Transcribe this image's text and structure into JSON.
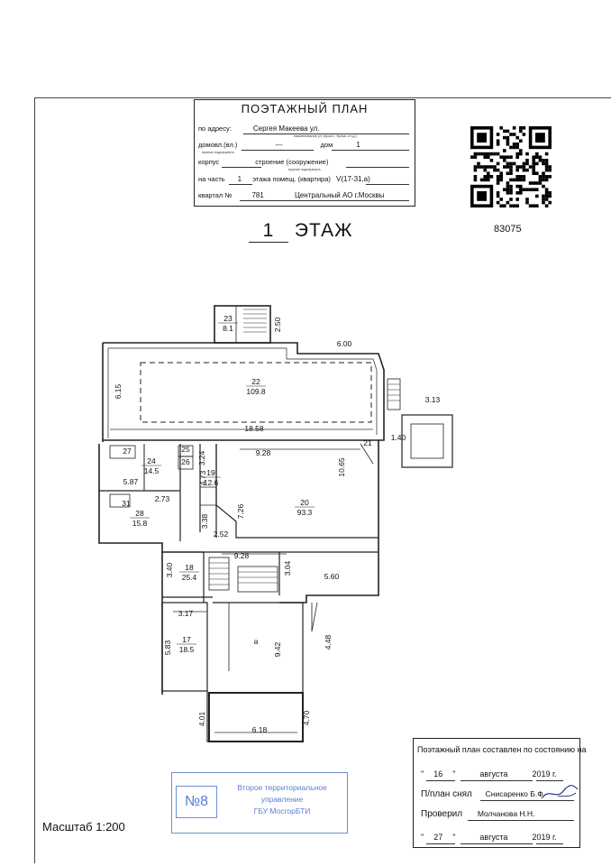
{
  "header": {
    "title": "ПОЭТАЖНЫЙ ПЛАН",
    "address_label": "по адресу:",
    "street": "Сергея Макеева ул.",
    "street_hint": "наименование ул. (просп., бульв. и т.д.)",
    "domovl_label": "домовл.(вл.)",
    "domovl_value": "---",
    "domovl_hint": "нужное подчеркнуть",
    "dom_label": "дом",
    "dom_value": "1",
    "korpus_label": "корпус",
    "stroenie_label": "строение (сооружение)",
    "stroenie_hint": "нужное подчеркнуть",
    "part_label": "на часть",
    "part_value": "1",
    "part_label2": "этажа помещ. (квартира)",
    "part_value2": "V(17-31,а)",
    "kvartal_label": "квартал №",
    "kvartal_value": "781",
    "district": "Центральный АО г.Москвы"
  },
  "floor": {
    "number": "1",
    "label": "ЭТАЖ"
  },
  "doc_code": "83075",
  "rooms": [
    {
      "id": "23",
      "area": "8.1"
    },
    {
      "id": "22",
      "area": "109.8"
    },
    {
      "id": "24",
      "area": "14.5"
    },
    {
      "id": "27",
      "area": ""
    },
    {
      "id": "25",
      "area": ""
    },
    {
      "id": "26",
      "area": ""
    },
    {
      "id": "19",
      "area": "12.6"
    },
    {
      "id": "20",
      "area": "93.3"
    },
    {
      "id": "21",
      "area": ""
    },
    {
      "id": "28",
      "area": "15.8"
    },
    {
      "id": "31",
      "area": ""
    },
    {
      "id": "18",
      "area": "25.4"
    },
    {
      "id": "17",
      "area": "18.5"
    },
    {
      "id": "а",
      "area": ""
    }
  ],
  "dimensions": [
    "2.50",
    "6.00",
    "6.15",
    "3.13",
    "18.58",
    "1.40",
    "9.28",
    "10.65",
    "3.24",
    "4.73",
    "5.87",
    "2.73",
    "7.26",
    "3.38",
    "2.52",
    "9.28",
    "3.40",
    "3.04",
    "5.60",
    "3.17",
    "5.83",
    "9.42",
    "4.48",
    "4.01",
    "6.18",
    "4.70"
  ],
  "scale": "Масштаб 1:200",
  "stamp": {
    "number": "№8",
    "line1": "Второе территориальное",
    "line2": "управление",
    "line3": "ГБУ МосгорБТИ"
  },
  "state": {
    "title": "Поэтажный план составлен по состоянию на",
    "day1": "16",
    "month1": "августа",
    "year1": "2019",
    "year_suffix": "г.",
    "surveyed_label": "П/план снял",
    "surveyed_name": "Снисаренко Б.Ф.",
    "checked_label": "Проверил",
    "checked_name": "Молчанова Н.Н.",
    "day2": "27",
    "month2": "августа",
    "year2": "2019"
  },
  "colors": {
    "stamp": "#5a7fd2",
    "ink": "#111111"
  }
}
